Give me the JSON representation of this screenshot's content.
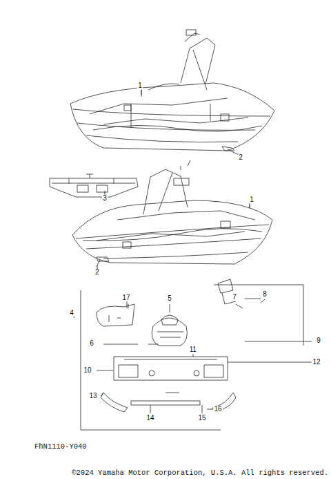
{
  "diagram": {
    "labels": [
      "1",
      "2",
      "3",
      "1",
      "2",
      "17",
      "5",
      "7",
      "8",
      "4",
      "6",
      "9",
      "10",
      "11",
      "12",
      "13",
      "14",
      "15",
      "16",
      "FhN1110-Y040",
      "©2024 Yamaha Motor Corporation, U.S.A. All rights reserved."
    ]
  }
}
